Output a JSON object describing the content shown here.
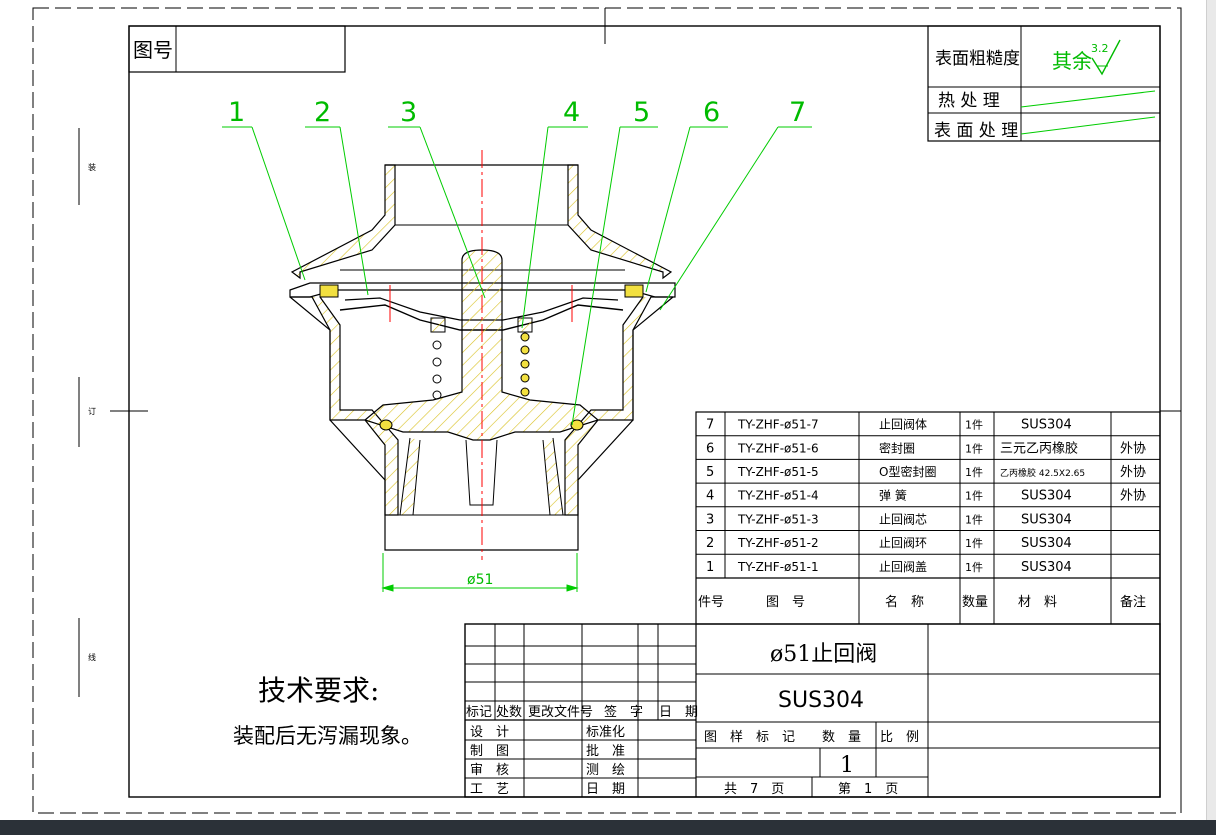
{
  "drawing": {
    "drawing_no_label": "图号",
    "roughness": {
      "label": "表面粗糙度",
      "other_label": "其余",
      "value": "3.2",
      "heat_treatment": "热 处 理",
      "surface_treatment": "表 面 处 理"
    },
    "balloons": [
      "1",
      "2",
      "3",
      "4",
      "5",
      "6",
      "7"
    ],
    "dimension": "ø51",
    "tech_req_title": "技术要求:",
    "tech_req_text": "装配后无泻漏现象。",
    "margin_labels": {
      "top": "装",
      "mid": "订",
      "bottom": "线"
    }
  },
  "bom": {
    "headers": [
      "件号",
      "图　号",
      "名　称",
      "数量",
      "材　料",
      "备注"
    ],
    "rows": [
      {
        "no": "7",
        "code": "TY-ZHF-ø51-7",
        "name": "止回阀体",
        "qty": "1件",
        "material": "SUS304",
        "note": ""
      },
      {
        "no": "6",
        "code": "TY-ZHF-ø51-6",
        "name": "密封圈",
        "qty": "1件",
        "material": "三元乙丙橡胶",
        "note": "外协"
      },
      {
        "no": "5",
        "code": "TY-ZHF-ø51-5",
        "name": "O型密封圈",
        "qty": "1件",
        "material": "乙丙橡胶 42.5X2.65",
        "note": "外协"
      },
      {
        "no": "4",
        "code": "TY-ZHF-ø51-4",
        "name": "弹 簧",
        "qty": "1件",
        "material": "SUS304",
        "note": "外协"
      },
      {
        "no": "3",
        "code": "TY-ZHF-ø51-3",
        "name": "止回阀芯",
        "qty": "1件",
        "material": "SUS304",
        "note": ""
      },
      {
        "no": "2",
        "code": "TY-ZHF-ø51-2",
        "name": "止回阀环",
        "qty": "1件",
        "material": "SUS304",
        "note": ""
      },
      {
        "no": "1",
        "code": "TY-ZHF-ø51-1",
        "name": "止回阀盖",
        "qty": "1件",
        "material": "SUS304",
        "note": ""
      }
    ]
  },
  "title_block": {
    "part_name": "ø51止回阀",
    "material": "SUS304",
    "labels": {
      "revision": [
        "标记",
        "处数",
        "更改文件号",
        "签　字",
        "日　期"
      ],
      "design": "设　计",
      "standard": "标准化",
      "drawn": "制　图",
      "approve": "批　准",
      "review": "审　核",
      "survey": "测　绘",
      "process": "工　艺",
      "date": "日　期",
      "drawing_mark": "图　样　标　记",
      "quantity": "数　量",
      "scale": "比　例"
    },
    "quantity_value": "1",
    "total_sheets": "共　7　页",
    "sheet_no": "第　1　页"
  },
  "colors": {
    "line": "#000000",
    "leader": "#00cc00",
    "centerline": "#ff0000",
    "hatch": "#d8c020",
    "balloon_text": "#00bb00",
    "background": "#ffffff"
  }
}
